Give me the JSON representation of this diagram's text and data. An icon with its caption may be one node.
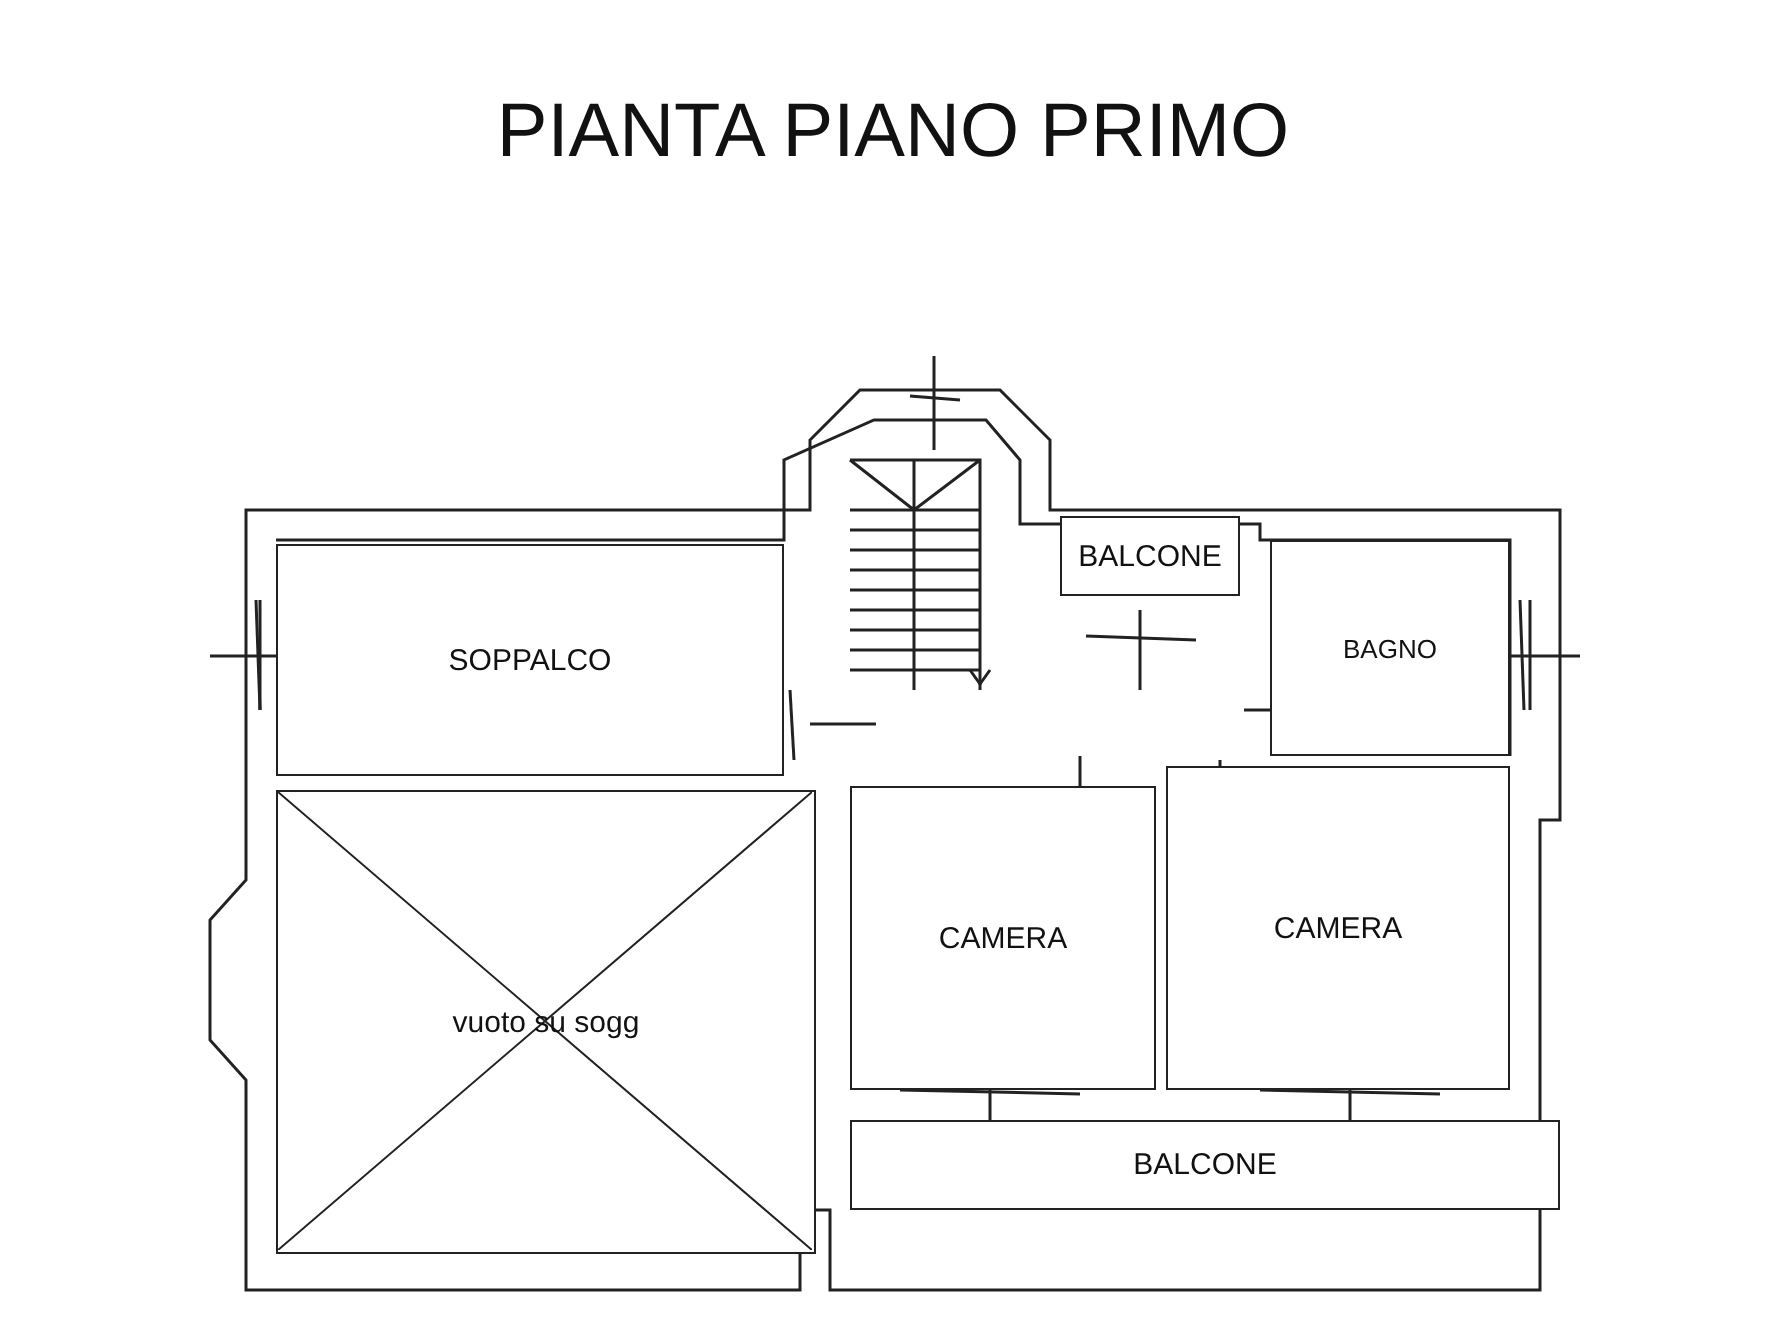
{
  "diagram": {
    "title": "PIANTA PIANO PRIMO",
    "nodes": [
      {
        "text": [
          "SOPPALCO"
        ]
      },
      {
        "text": [
          "BALCONE"
        ]
      },
      {
        "text": [
          "BAGNO"
        ]
      },
      {
        "text": [
          "vuoto su sogg"
        ]
      },
      {
        "text": [
          "CAMERA"
        ]
      },
      {
        "text": [
          "CAMERA"
        ]
      },
      {
        "text": [
          "BALCONE"
        ]
      }
    ]
  }
}
